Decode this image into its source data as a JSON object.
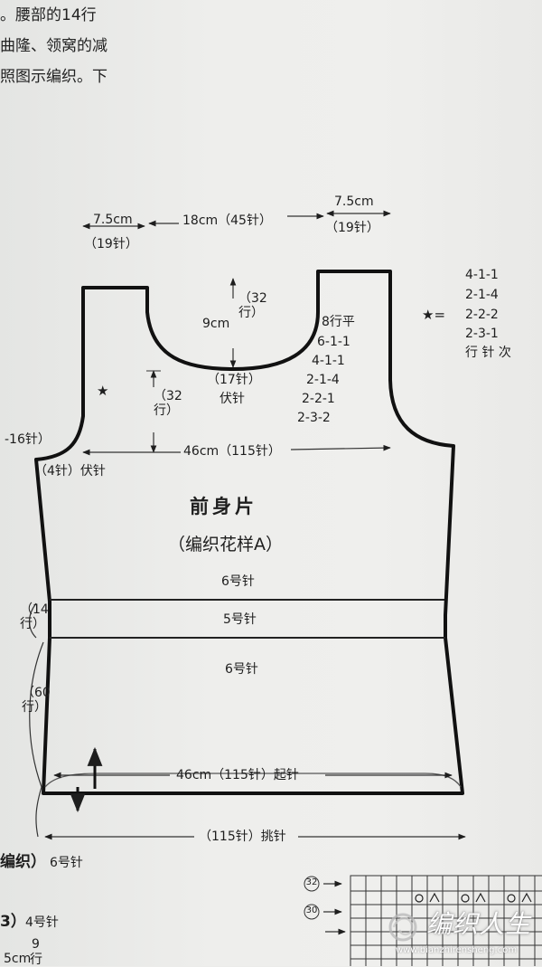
{
  "intro_lines": [
    "。腰部的14行",
    "曲隆、领窝的减",
    "照图示编织。下"
  ],
  "top_dims": {
    "left_strap_cm": "7.5cm",
    "left_strap_stitches": "（19针）",
    "neck_width": "18cm（45针）",
    "right_strap_cm": "7.5cm",
    "right_strap_stitches": "（19针）"
  },
  "neck": {
    "depth_cm": "9cm",
    "depth_rows": "（32行）",
    "bind_off_stitches": "（17针）",
    "bind_off_label": "伏针",
    "decrease_rows": [
      "8行平",
      "6-1-1",
      "4-1-1",
      "2-1-4",
      "2-2-1",
      "2-3-2"
    ]
  },
  "armhole": {
    "star": "★",
    "depth_rows": "（32行）",
    "side_cm": "-16针）",
    "bind_off": "（4针）伏针"
  },
  "star_legend": {
    "symbol": "★=",
    "rows": [
      "4-1-1",
      "2-1-4",
      "2-2-2",
      "2-3-1",
      "行 针 次"
    ]
  },
  "body": {
    "bust_width": "46cm（115针）",
    "title": "前身片",
    "subtitle": "（编织花样A）",
    "needle_top": "6号针",
    "needle_middle": "5号针",
    "needle_bottom": "6号针",
    "waist_rows": "（14行）",
    "lower_rows": "（60行）",
    "cast_on": "46cm（115针）起针"
  },
  "bottom": {
    "pickup": "（115针）挑针",
    "left_label_1": "编织）",
    "left_needle_1": "6号针",
    "left_label_2": "3）",
    "left_needle_2": "4号针",
    "left_frac_num": "9",
    "left_frac_den": "行",
    "left_cm": "5cm",
    "chart_row_32": "32",
    "chart_row_30": "30"
  },
  "watermark": {
    "brand": "编织人生",
    "url": "www.bianzhirensheng.com"
  }
}
